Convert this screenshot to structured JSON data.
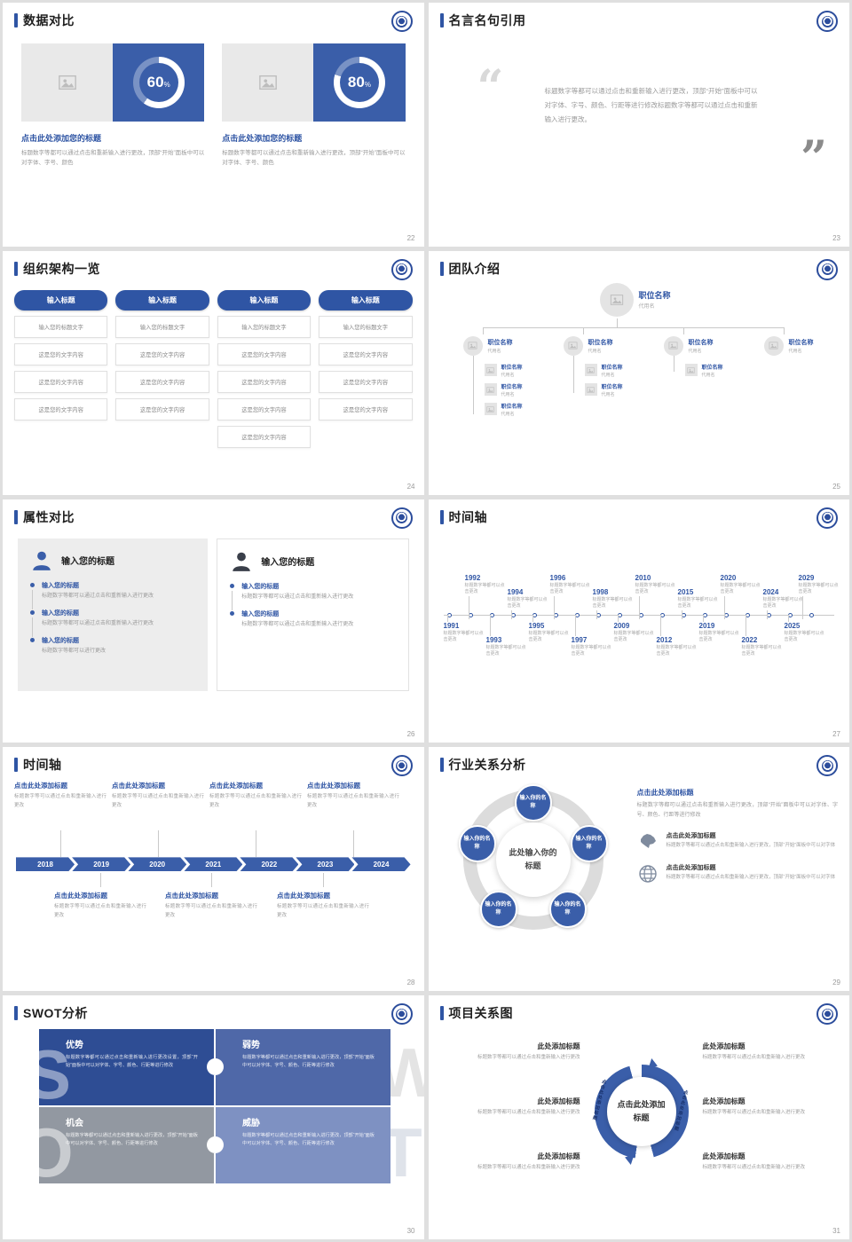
{
  "colors": {
    "primary": "#2f55a4",
    "accent_blue": "#3a5ea9",
    "text_dark": "#1f1f1f",
    "text_gray": "#9a9a9a"
  },
  "slides": [
    {
      "title": "数据对比",
      "num": "22",
      "cards": [
        {
          "percent": 60,
          "unit": "%",
          "heading": "点击此处添加您的标题",
          "body": "标题数字等都可以通过点击和重新输入进行更改，顶部“开始”面板中可以对字体、字号、颜色"
        },
        {
          "percent": 80,
          "unit": "%",
          "heading": "点击此处添加您的标题",
          "body": "标题数字等都可以通过点击和重新输入进行更改，顶部“开始”面板中可以对字体、字号、颜色"
        }
      ]
    },
    {
      "title": "名言名句引用",
      "num": "23",
      "open_quote": "“",
      "close_quote": "”",
      "quote": "标题数字等都可以通过点击和重新输入进行更改，顶部“开始”面板中可以对字体、字号、颜色、行距等进行修改标题数字等都可以通过点击和重新输入进行更改。"
    },
    {
      "title": "组织架构一览",
      "num": "24",
      "pill": "输入标题",
      "head_box": "输入您的标题文字",
      "item_box": "这是您的文字内容"
    },
    {
      "title": "团队介绍",
      "num": "25",
      "position": "职位名称",
      "alias": "代用名"
    },
    {
      "title": "属性对比",
      "num": "26",
      "panel_title": "输入您的标题",
      "item_title": "输入您的标题",
      "item_body": "标题数字等都可以通过点击和重新输入进行更改",
      "item_body_short": "标题数字等都可以进行更改"
    },
    {
      "title": "时间轴",
      "num": "27",
      "caption": "标题数字等都可以点击更改",
      "top_years": [
        "1992",
        "1994",
        "1996",
        "1998",
        "2010",
        "2015",
        "2020",
        "2024",
        "2029"
      ],
      "bottom_years": [
        "1991",
        "1993",
        "1995",
        "1997",
        "2009",
        "2012",
        "2019",
        "2022",
        "2025"
      ]
    },
    {
      "title": "时间轴",
      "num": "28",
      "block_title": "点击此处添加标题",
      "block_body": "标题数字等可以通过点击和重新输入进行更改",
      "years": [
        "2018",
        "2019",
        "2020",
        "2021",
        "2022",
        "2023",
        "2024"
      ]
    },
    {
      "title": "行业关系分析",
      "num": "29",
      "center": "此处输入你的标题",
      "petal": "输入你的名称",
      "heading": "点击此处添加标题",
      "body": "标题数字等都可以通过点击和重新输入进行更改，顶部“开始”面板中可以对字体、字号、颜色、行距等进行修改",
      "items": [
        {
          "icon": "china-map",
          "title": "点击此处添加标题",
          "body": "标题数字等都可以通过点击和重新输入进行更改，顶部“开始”面板中可以对字体"
        },
        {
          "icon": "globe",
          "title": "点击此处添加标题",
          "body": "标题数字等都可以通过点击和重新输入进行更改，顶部“开始”面板中可以对字体"
        }
      ]
    },
    {
      "title": "SWOT分析",
      "num": "30",
      "letters": [
        "S",
        "W",
        "O",
        "T"
      ],
      "pieces": [
        {
          "label": "优势",
          "body": "标题数字等都可以通过点击和重新输入进行更改设置，顶部“开始”面板中可以对字体、字号、颜色、行距等进行修改"
        },
        {
          "label": "弱势",
          "body": "标题数字等都可以通过点击和重新输入进行更改，顶部“开始”面板中可以对字体、字号、颜色、行距等进行修改"
        },
        {
          "label": "机会",
          "body": "标题数字等都可以通过点击和重新输入进行更改，顶部“开始”面板中可以对字体、字号、颜色、行距等进行修改"
        },
        {
          "label": "威胁",
          "body": "标题数字等都可以通过点击和重新输入进行更改，顶部“开始”面板中可以对字体、字号、颜色、行距等进行修改"
        }
      ]
    },
    {
      "title": "项目关系图",
      "num": "31",
      "center": "点击此处添加标题",
      "ring_label": "点击此处添加标题",
      "item_title": "此处添加标题",
      "item_body": "标题数字等都可以通过点击和重新输入进行更改"
    }
  ]
}
